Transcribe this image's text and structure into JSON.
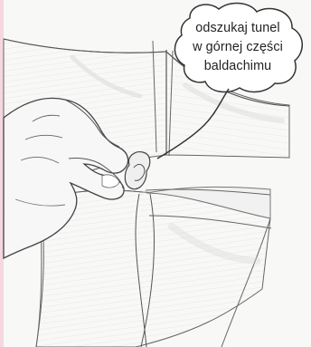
{
  "callout": {
    "lines": [
      "odszukaj tunel",
      "w górnej części",
      "baldachimu"
    ]
  },
  "colors": {
    "background": "#f8f8f7",
    "line": "#555555",
    "shade": "#d8d8d8",
    "bubble_fill": "#ffffff",
    "bubble_stroke": "#333333",
    "left_edge": "#f4d7e1"
  },
  "illustration": {
    "subject": "hand pinching the fabric tunnel at the top of a canopy"
  }
}
